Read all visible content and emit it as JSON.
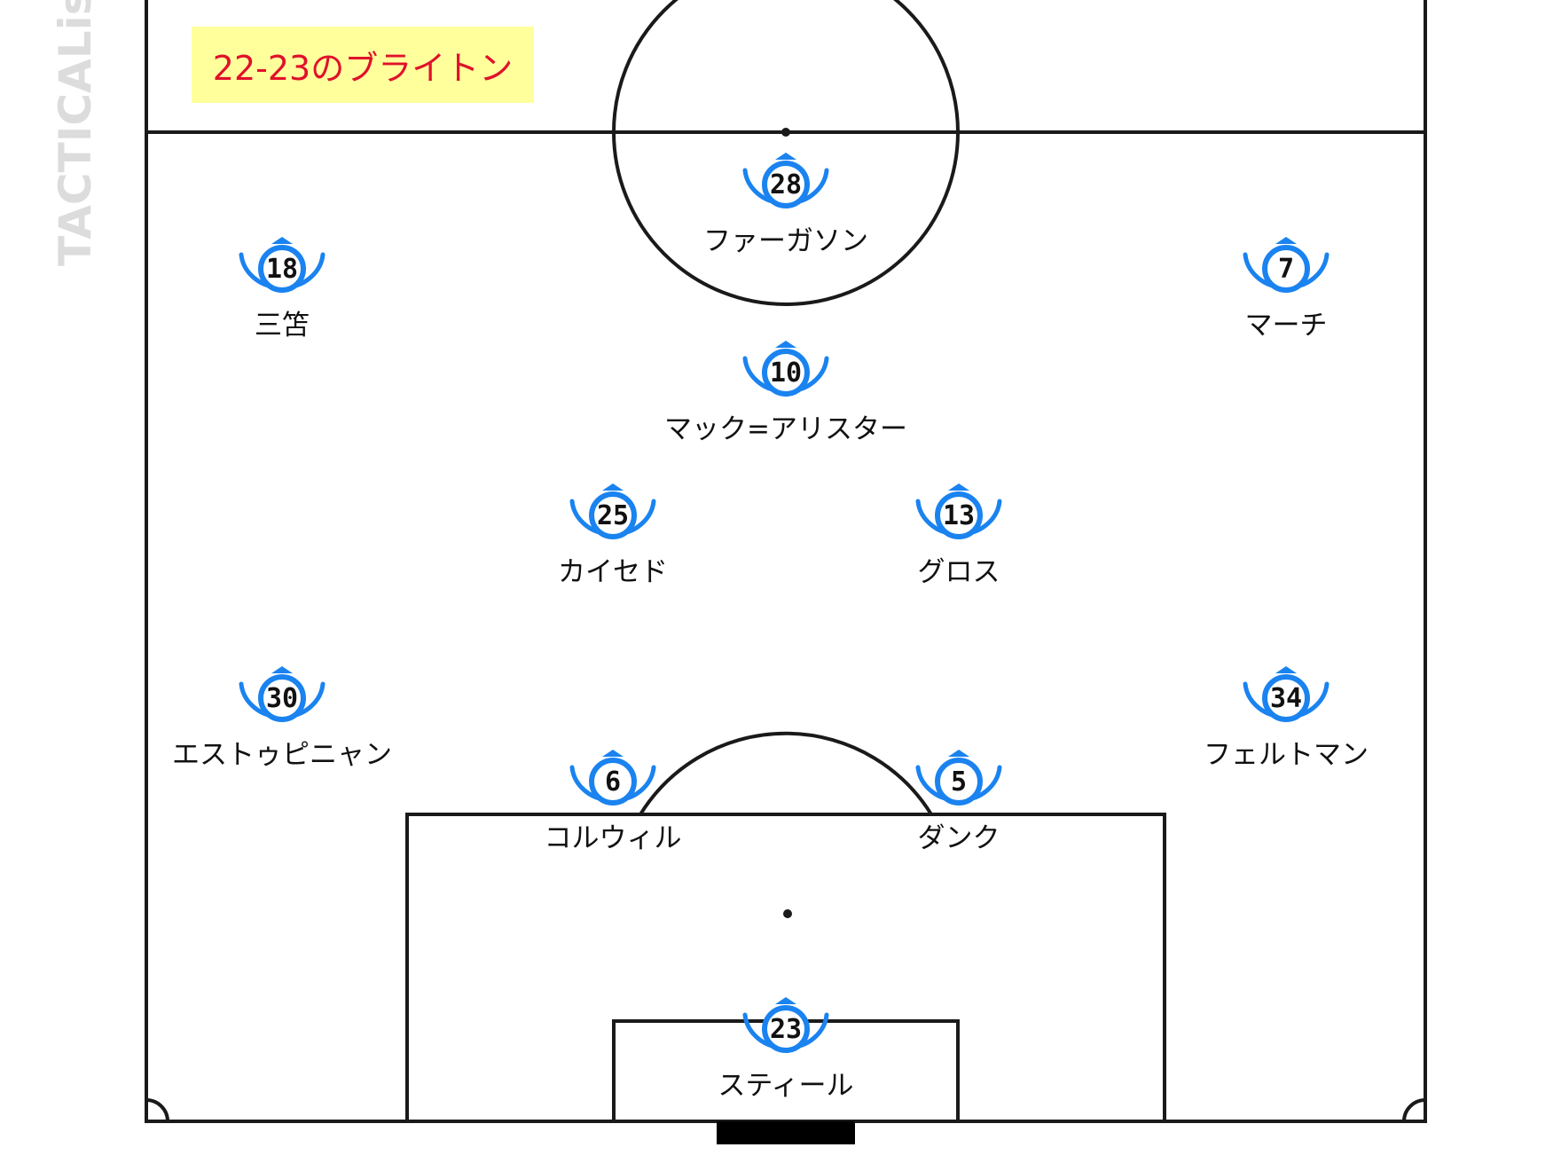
{
  "watermark": "TACTICALista",
  "title": "22-23のブライトン",
  "colors": {
    "accent": "#1a83f0",
    "title_text": "#e0112b",
    "title_bg": "#ffff9c",
    "pitch_lines": "#1a1a1a"
  },
  "players": [
    {
      "number": "28",
      "name": "ファーガソン"
    },
    {
      "number": "18",
      "name": "三笘"
    },
    {
      "number": "7",
      "name": "マーチ"
    },
    {
      "number": "10",
      "name": "マック=アリスター"
    },
    {
      "number": "25",
      "name": "カイセド"
    },
    {
      "number": "13",
      "name": "グロス"
    },
    {
      "number": "30",
      "name": "エストゥピニャン"
    },
    {
      "number": "34",
      "name": "フェルトマン"
    },
    {
      "number": "6",
      "name": "コルウィル"
    },
    {
      "number": "5",
      "name": "ダンク"
    },
    {
      "number": "23",
      "name": "スティール"
    }
  ]
}
